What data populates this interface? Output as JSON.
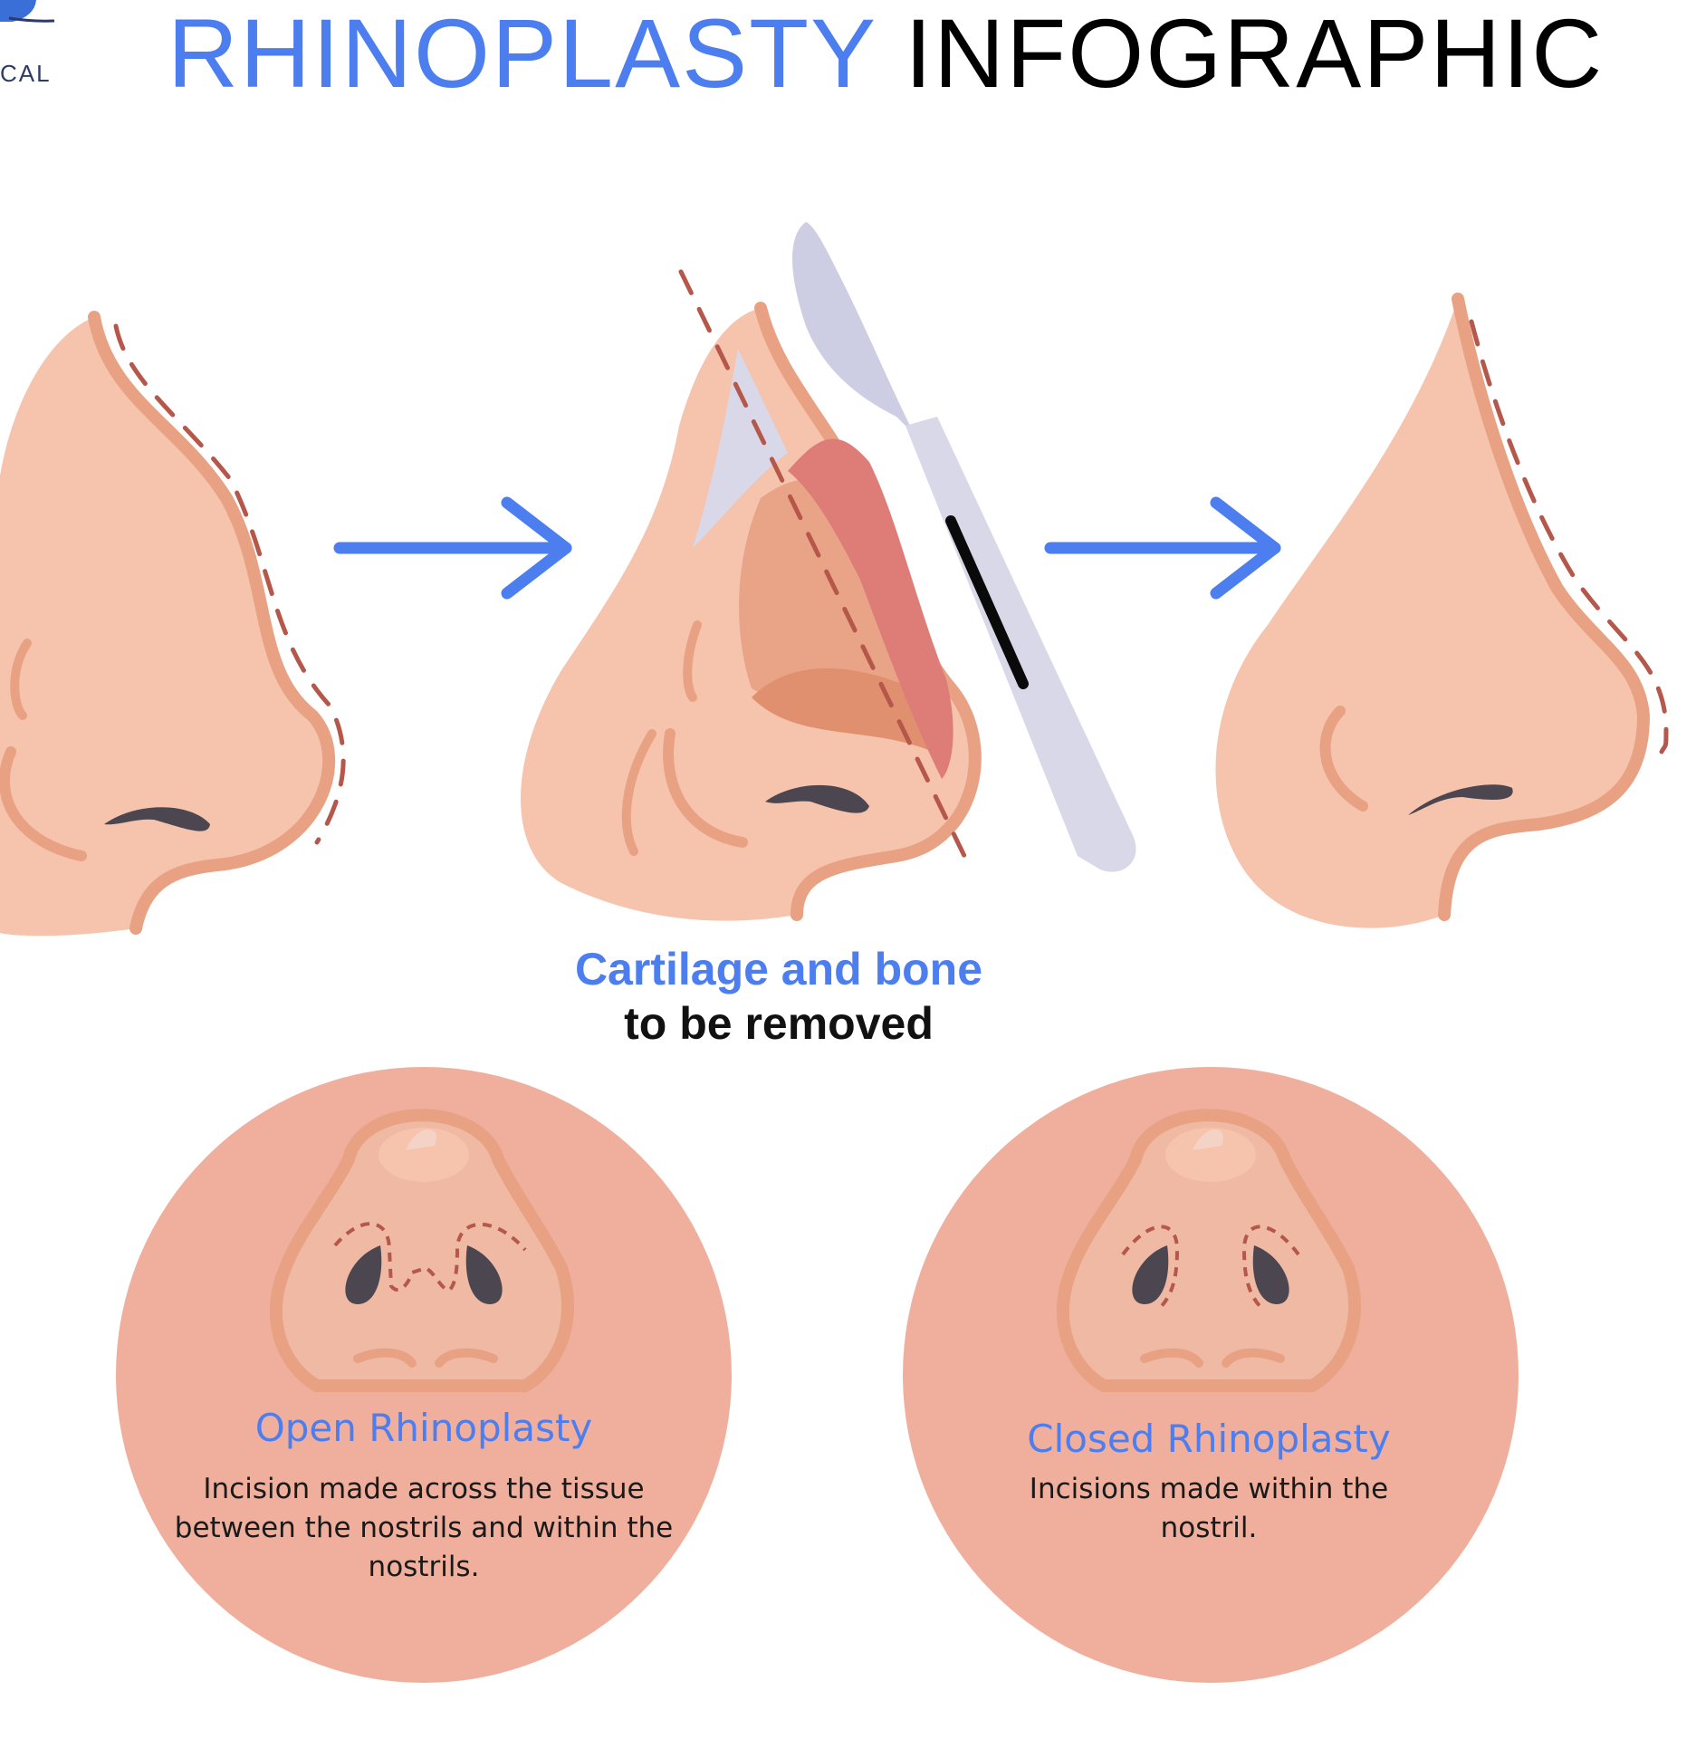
{
  "header": {
    "title_part1": "RHINOPLASTY",
    "title_part2": "INFOGRAPHIC",
    "logo_text": "CAL"
  },
  "procedure": {
    "caption_line1": "Cartilage and bone",
    "caption_line2": "to be removed"
  },
  "techniques": [
    {
      "title": "Open Rhinoplasty",
      "description": "Incision made across the tissue between the nostrils and within the nostrils."
    },
    {
      "title": "Closed Rhinoplasty",
      "description": "Incisions made within the nostril."
    }
  ],
  "colors": {
    "accent_blue": "#4d7ef0",
    "skin": "#f6c3ad",
    "skin_outline": "#e8a283",
    "dashed_line": "#b5574a",
    "nostril": "#4b4650",
    "circle_bg": "#efaf9c",
    "scalpel": "#d8d8e8",
    "cartilage": "#de7c78"
  },
  "icons": {
    "arrow": "right-arrow-icon",
    "scalpel": "scalpel-icon",
    "logo": "clinic-logo-icon"
  }
}
